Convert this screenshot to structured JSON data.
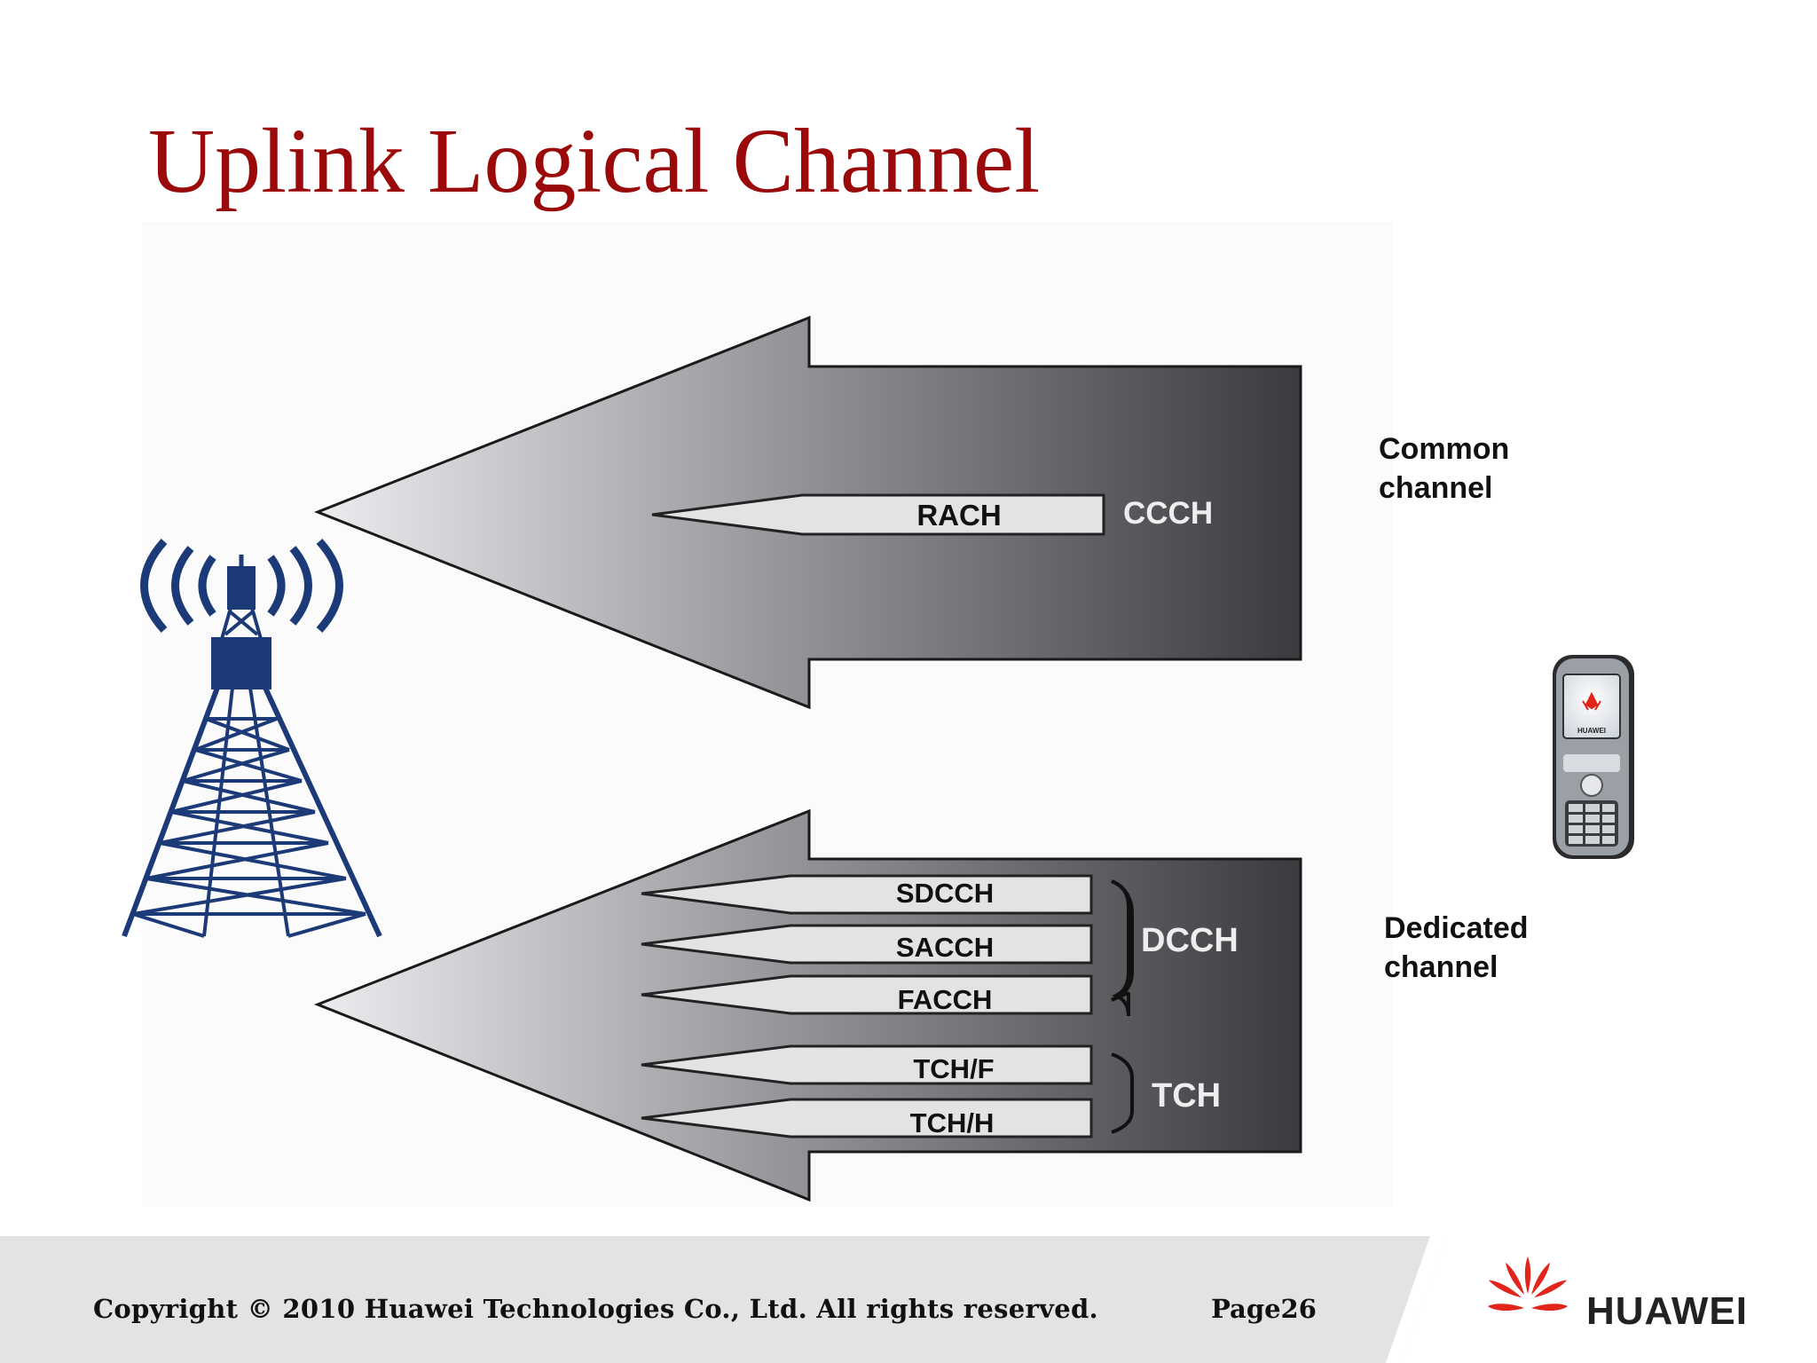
{
  "slide": {
    "title": "Uplink Logical Channel"
  },
  "diagram": {
    "common_group": {
      "channels": [
        "RACH"
      ],
      "group_label": "CCCH",
      "side_label_line1": "Common",
      "side_label_line2": "channel"
    },
    "dedicated_group": {
      "channels": [
        "SDCCH",
        "SACCH",
        "FACCH",
        "TCH/F",
        "TCH/H"
      ],
      "dcch_label": "DCCH",
      "tch_label": "TCH",
      "side_label_line1": "Dedicated",
      "side_label_line2": "channel"
    },
    "phone_brand": "HUAWEI"
  },
  "footer": {
    "copyright": "Copyright © 2010 Huawei Technologies Co., Ltd. All rights reserved.",
    "page": "Page26",
    "brand": "HUAWEI"
  },
  "colors": {
    "title": "#9b0a0a",
    "tower": "#1c3a78",
    "logo_red": "#e1251b"
  },
  "icons": {
    "tower": "cell-tower-icon",
    "phone": "mobile-phone-icon",
    "logo": "huawei-logo-icon"
  }
}
